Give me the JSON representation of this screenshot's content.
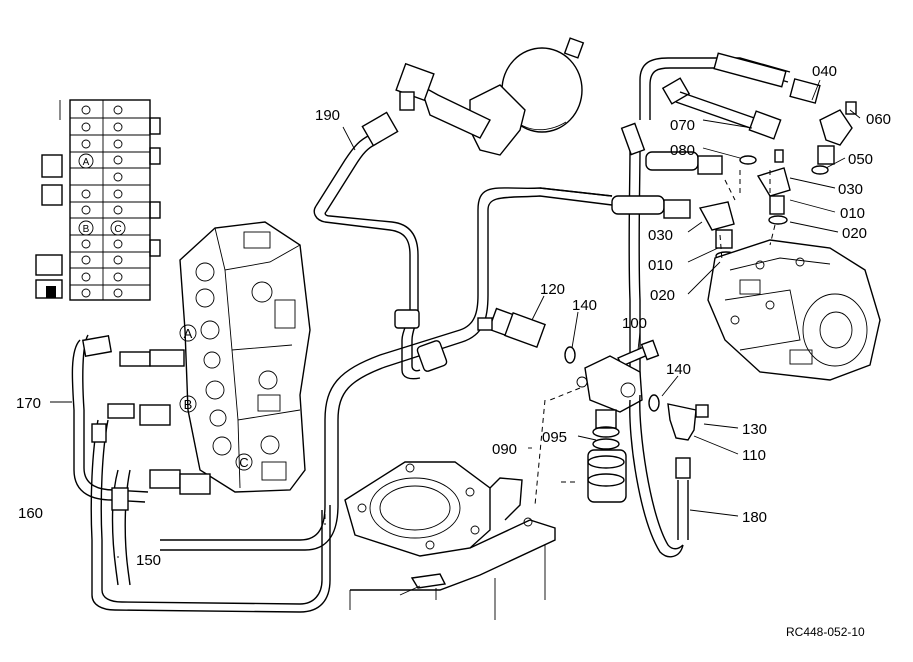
{
  "diagram": {
    "reference": "RC448-052-10",
    "part_labels": [
      {
        "id": "p190",
        "text": "190"
      },
      {
        "id": "p040",
        "text": "040"
      },
      {
        "id": "p060",
        "text": "060"
      },
      {
        "id": "p070",
        "text": "070"
      },
      {
        "id": "p080",
        "text": "080"
      },
      {
        "id": "p050",
        "text": "050"
      },
      {
        "id": "p030a",
        "text": "030"
      },
      {
        "id": "p010a",
        "text": "010"
      },
      {
        "id": "p020a",
        "text": "020"
      },
      {
        "id": "p030b",
        "text": "030"
      },
      {
        "id": "p010b",
        "text": "010"
      },
      {
        "id": "p020b",
        "text": "020"
      },
      {
        "id": "p120",
        "text": "120"
      },
      {
        "id": "p140a",
        "text": "140"
      },
      {
        "id": "p100",
        "text": "100"
      },
      {
        "id": "p140b",
        "text": "140"
      },
      {
        "id": "p130",
        "text": "130"
      },
      {
        "id": "p110",
        "text": "110"
      },
      {
        "id": "p090",
        "text": "090"
      },
      {
        "id": "p095",
        "text": "095"
      },
      {
        "id": "p180",
        "text": "180"
      },
      {
        "id": "p170",
        "text": "170"
      },
      {
        "id": "p160",
        "text": "160"
      },
      {
        "id": "p150",
        "text": "150"
      }
    ],
    "port_markers": {
      "a": "A",
      "b": "B",
      "c": "C"
    }
  }
}
